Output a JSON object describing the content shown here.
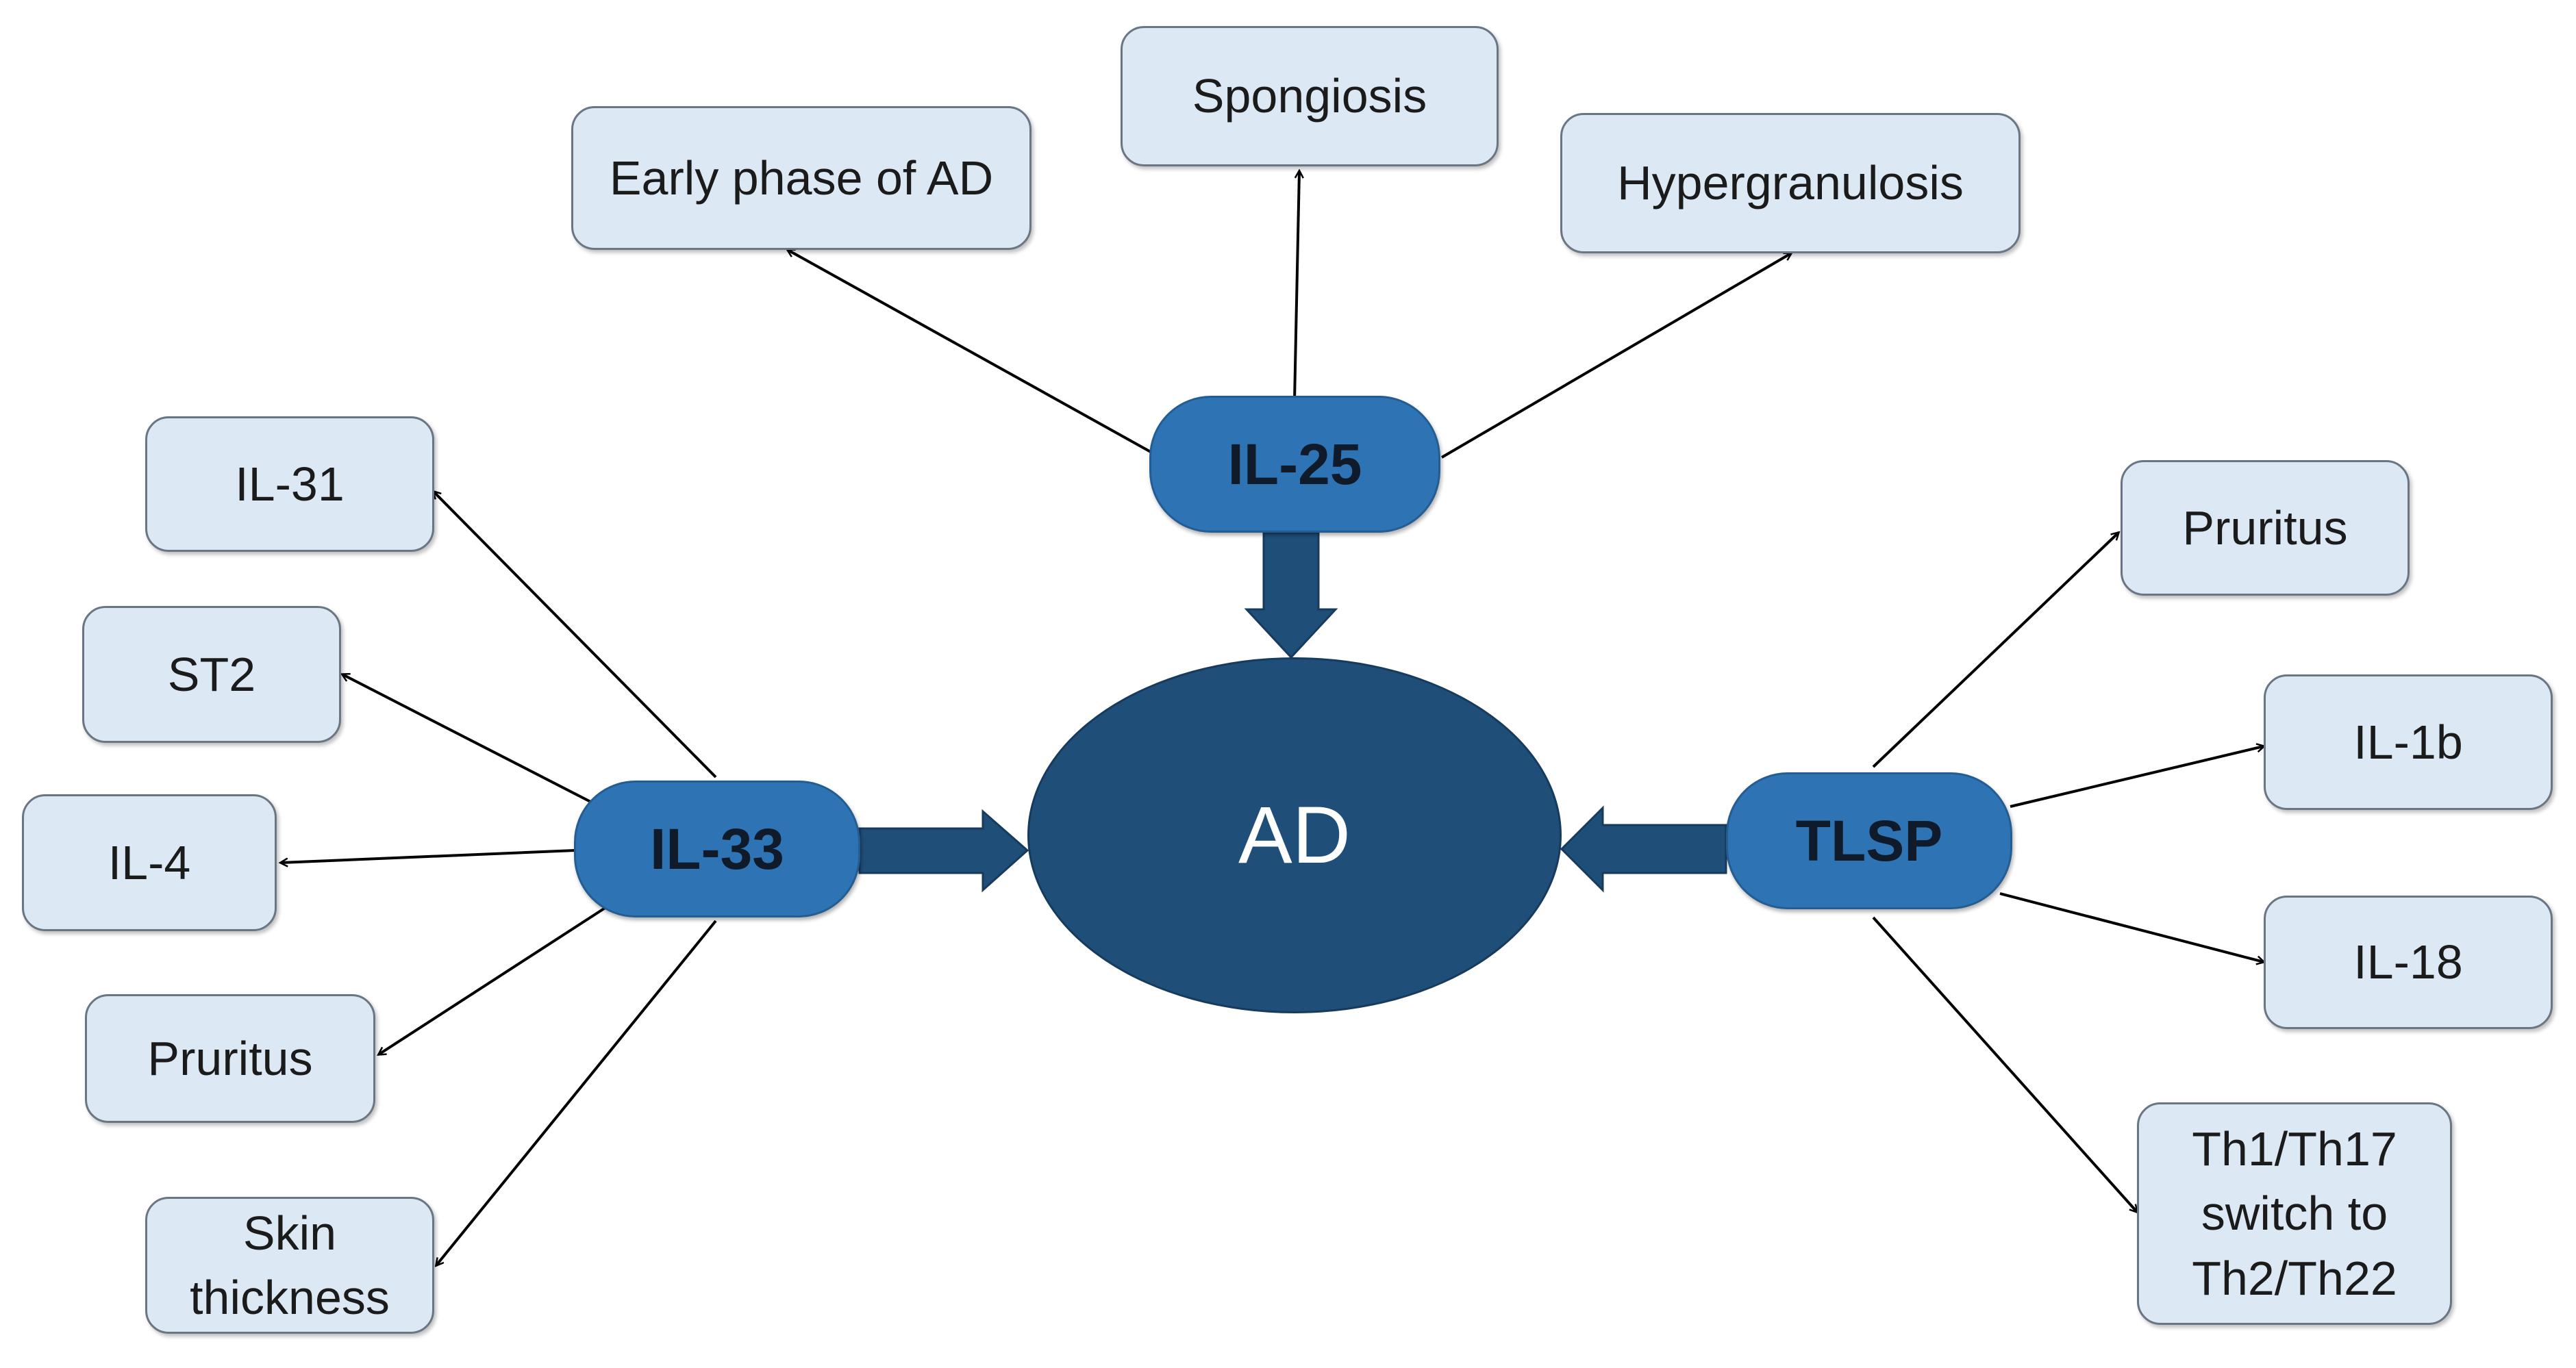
{
  "center": {
    "label": "AD"
  },
  "hubs": {
    "il25": "IL-25",
    "il33": "IL-33",
    "tlsp": "TLSP"
  },
  "il25_effects": [
    "Early phase of AD",
    "Spongiosis",
    "Hypergranulosis"
  ],
  "il33_effects": [
    "IL-31",
    "ST2",
    "IL-4",
    "Pruritus",
    "Skin thickness"
  ],
  "tlsp_effects": [
    "Pruritus",
    "IL-1b",
    "IL-18",
    "Th1/Th17 switch to Th2/Th22"
  ],
  "colors": {
    "center_fill": "#1f4e79",
    "hub_fill": "#2e74b5",
    "box_fill": "#dce8f4",
    "box_border": "#6a7683",
    "arrow_fill": "#1f4e79",
    "line_color": "#000000"
  }
}
